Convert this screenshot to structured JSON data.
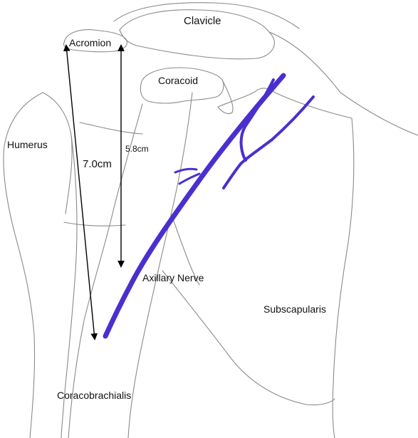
{
  "labels": {
    "clavicle": "Clavicle",
    "acromion": "Acromion",
    "coracoid": "Coracoid",
    "humerus": "Humerus",
    "measure_long": "7.0cm",
    "measure_short": "5.8cm",
    "axillary_nerve": "Axillary Nerve",
    "subscapularis": "Subscapularis",
    "coracobrachialis": "Coracobrachialis"
  },
  "colors": {
    "nerve": "#4a2fd0",
    "outline": "#8a8a8a",
    "text": "#111111"
  }
}
